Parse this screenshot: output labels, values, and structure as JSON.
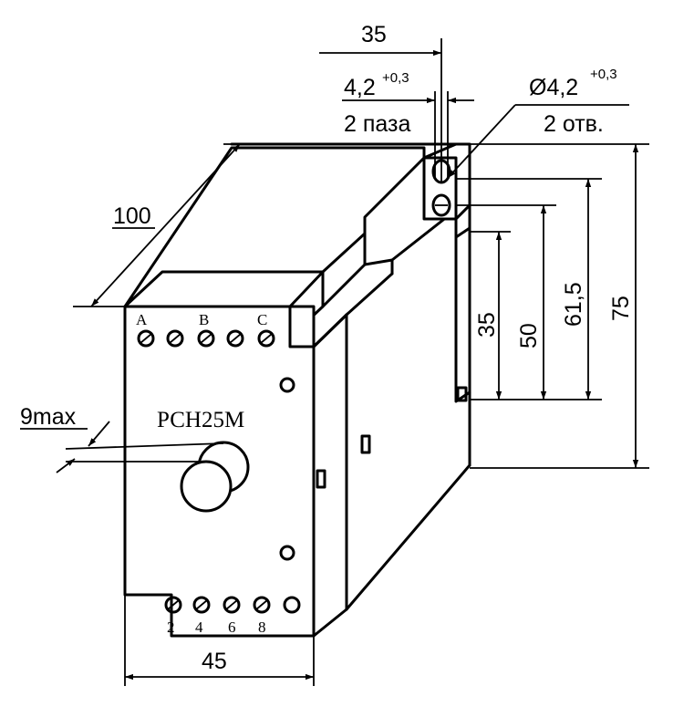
{
  "model": "РСН25М",
  "terminals_top": [
    "A",
    "B",
    "C"
  ],
  "terminals_bottom": [
    "2",
    "4",
    "6",
    "8"
  ],
  "dimensions": {
    "width": "45",
    "depth": "100",
    "height": "75",
    "h_61_5": "61,5",
    "h_50": "50",
    "h_35": "35",
    "top_35": "35",
    "slot_size": "4,2",
    "slot_tol": "+0,3",
    "slot_note": "2 паза",
    "hole_size": "Ø4,2",
    "hole_tol": "+0,3",
    "hole_note": "2 отв.",
    "knob": "9max"
  }
}
